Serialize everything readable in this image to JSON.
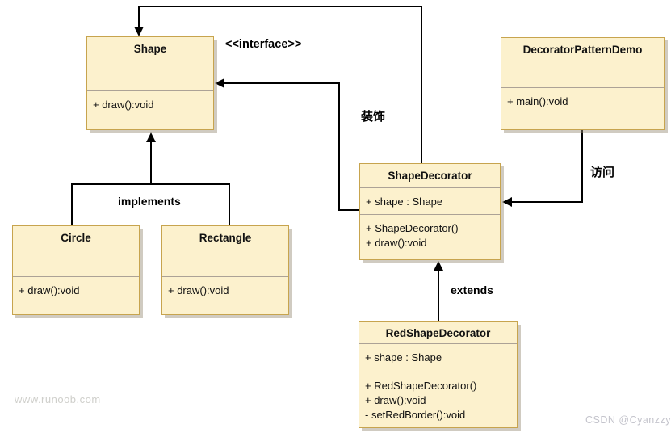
{
  "diagram": {
    "type": "uml-class-diagram",
    "stereotype_label": "<<interface>>",
    "classes": [
      {
        "id": "shape",
        "name": "Shape",
        "attributes": [],
        "methods": [
          "+ draw():void"
        ]
      },
      {
        "id": "decorator_pattern_demo",
        "name": "DecoratorPatternDemo",
        "attributes": [],
        "methods": [
          "+ main():void"
        ]
      },
      {
        "id": "shape_decorator",
        "name": "ShapeDecorator",
        "attributes": [
          "+ shape : Shape"
        ],
        "methods": [
          "+ ShapeDecorator()",
          "+ draw():void"
        ]
      },
      {
        "id": "circle",
        "name": "Circle",
        "attributes": [],
        "methods": [
          "+ draw():void"
        ]
      },
      {
        "id": "rectangle",
        "name": "Rectangle",
        "attributes": [],
        "methods": [
          "+ draw():void"
        ]
      },
      {
        "id": "red_shape_decorator",
        "name": "RedShapeDecorator",
        "attributes": [
          "+ shape : Shape"
        ],
        "methods": [
          "+ RedShapeDecorator()",
          "+ draw():void",
          "- setRedBorder():void"
        ]
      }
    ],
    "relationships": [
      {
        "from": "ShapeDecorator",
        "to": "Shape",
        "label": "",
        "route": "top"
      },
      {
        "from": "ShapeDecorator",
        "to": "Shape",
        "label": "装饰",
        "route": "left"
      },
      {
        "from": "Circle",
        "to": "Shape",
        "label": "implements"
      },
      {
        "from": "Rectangle",
        "to": "Shape",
        "label": "implements"
      },
      {
        "from": "DecoratorPatternDemo",
        "to": "ShapeDecorator",
        "label": "访问"
      },
      {
        "from": "RedShapeDecorator",
        "to": "ShapeDecorator",
        "label": "extends"
      }
    ],
    "watermarks": {
      "bottom_left": "www.runoob.com",
      "bottom_right": "CSDN @Cyanzzy"
    },
    "colors": {
      "box_fill": "#FCF1CD",
      "box_border": "#C7A44E",
      "separator": "#ACA296",
      "line": "#000000"
    }
  }
}
